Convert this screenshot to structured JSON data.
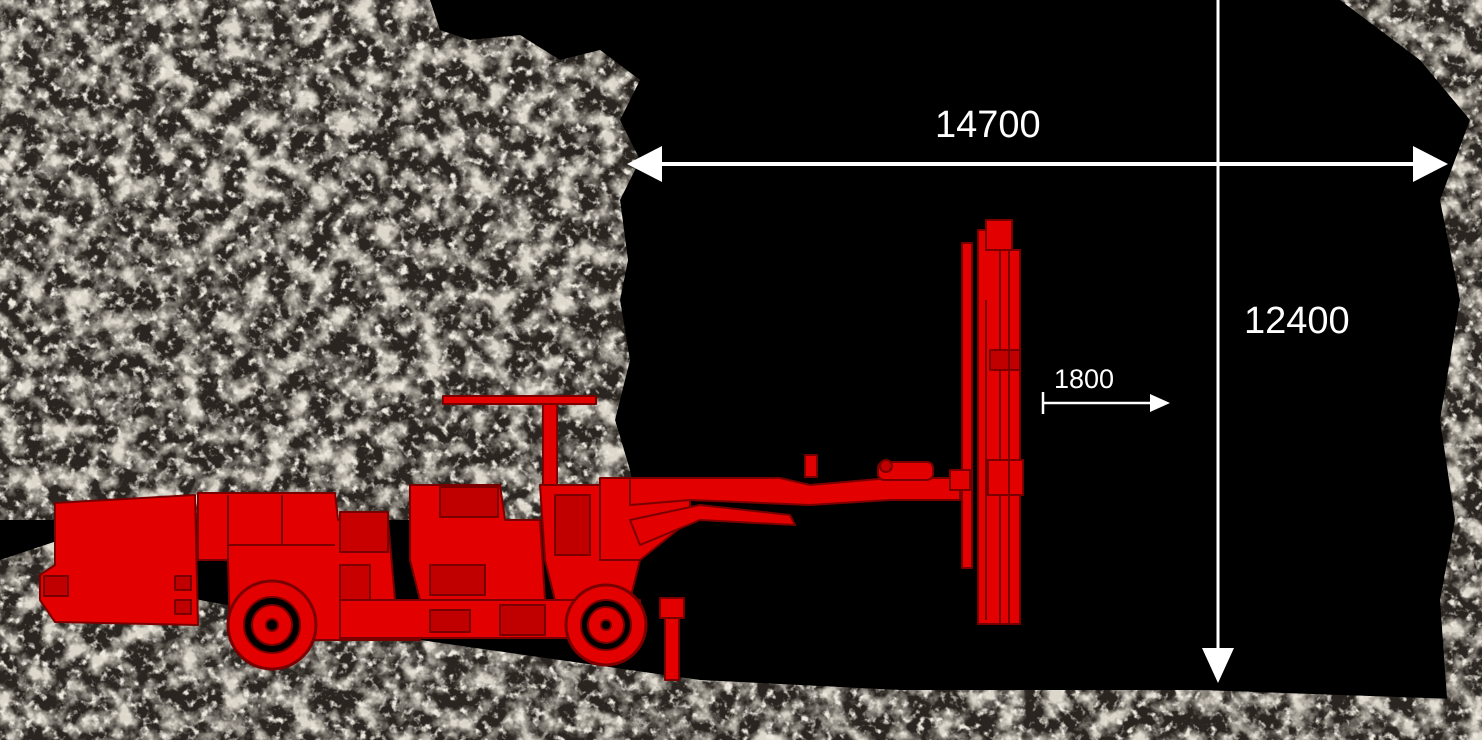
{
  "diagram": {
    "dimensions": {
      "width": "14700",
      "height": "12400",
      "feed_reach": "1800"
    },
    "colors": {
      "machine": "#e20000",
      "machine_dark": "#7a0000",
      "background": "#000000",
      "rock_light": "#b7ad98",
      "rock_dark": "#2a2520",
      "dimension_lines": "#ffffff"
    }
  }
}
